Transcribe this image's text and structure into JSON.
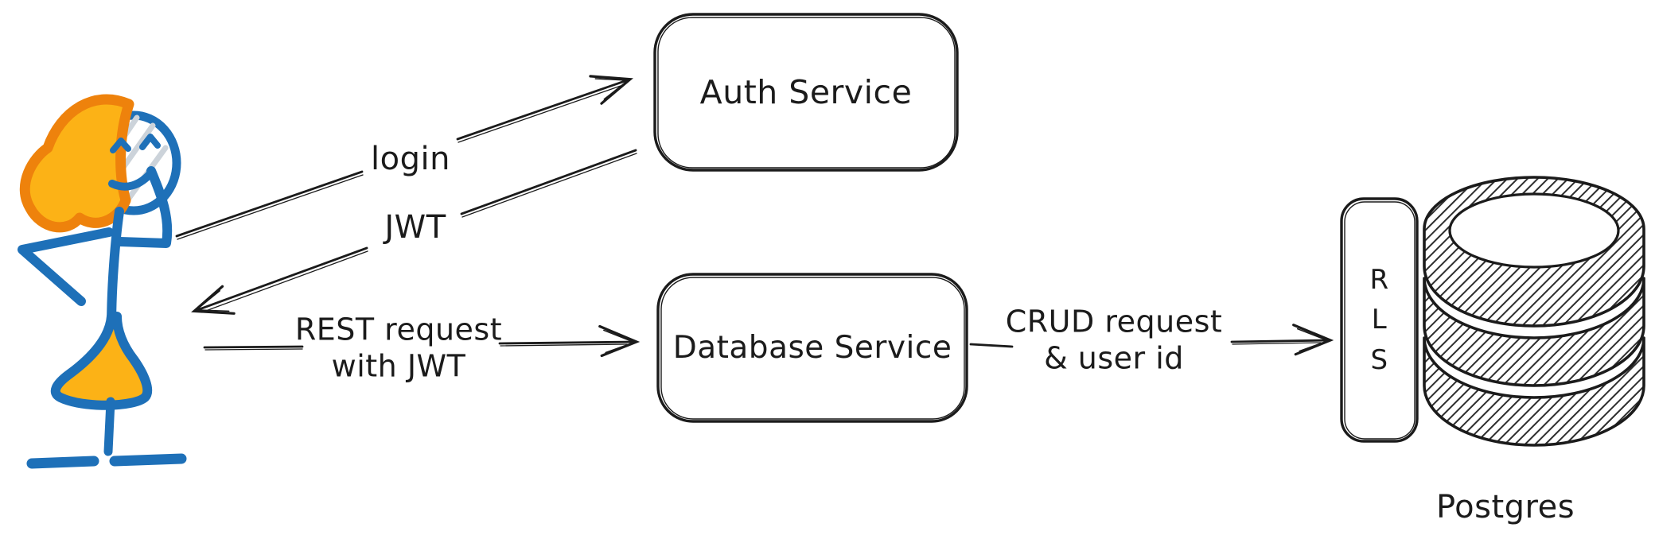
{
  "diagram": {
    "person": {
      "icon": "stick-figure-user-icon"
    },
    "boxes": {
      "auth": {
        "label": "Auth Service"
      },
      "database": {
        "label": "Database Service"
      },
      "rls": {
        "letters": [
          "R",
          "L",
          "S"
        ]
      }
    },
    "datastore": {
      "icon": "postgres-cylinder-icon",
      "label": "Postgres"
    },
    "arrows": {
      "login": {
        "label": "login",
        "from": "user",
        "to": "auth"
      },
      "jwt": {
        "label": "JWT",
        "from": "auth",
        "to": "user"
      },
      "rest": {
        "line1": "REST request",
        "line2": "with JWT",
        "from": "user",
        "to": "database"
      },
      "crud": {
        "line1": "CRUD request",
        "line2": "& user id",
        "from": "database",
        "to": "rls"
      }
    },
    "colors": {
      "ink": "#1b1b1b",
      "actor_blue": "#1e70b8",
      "actor_orange_fill": "#fcb216",
      "actor_orange_stroke": "#ee820c",
      "face_streak_grey": "#ccd3da",
      "background": "#ffffff"
    }
  }
}
